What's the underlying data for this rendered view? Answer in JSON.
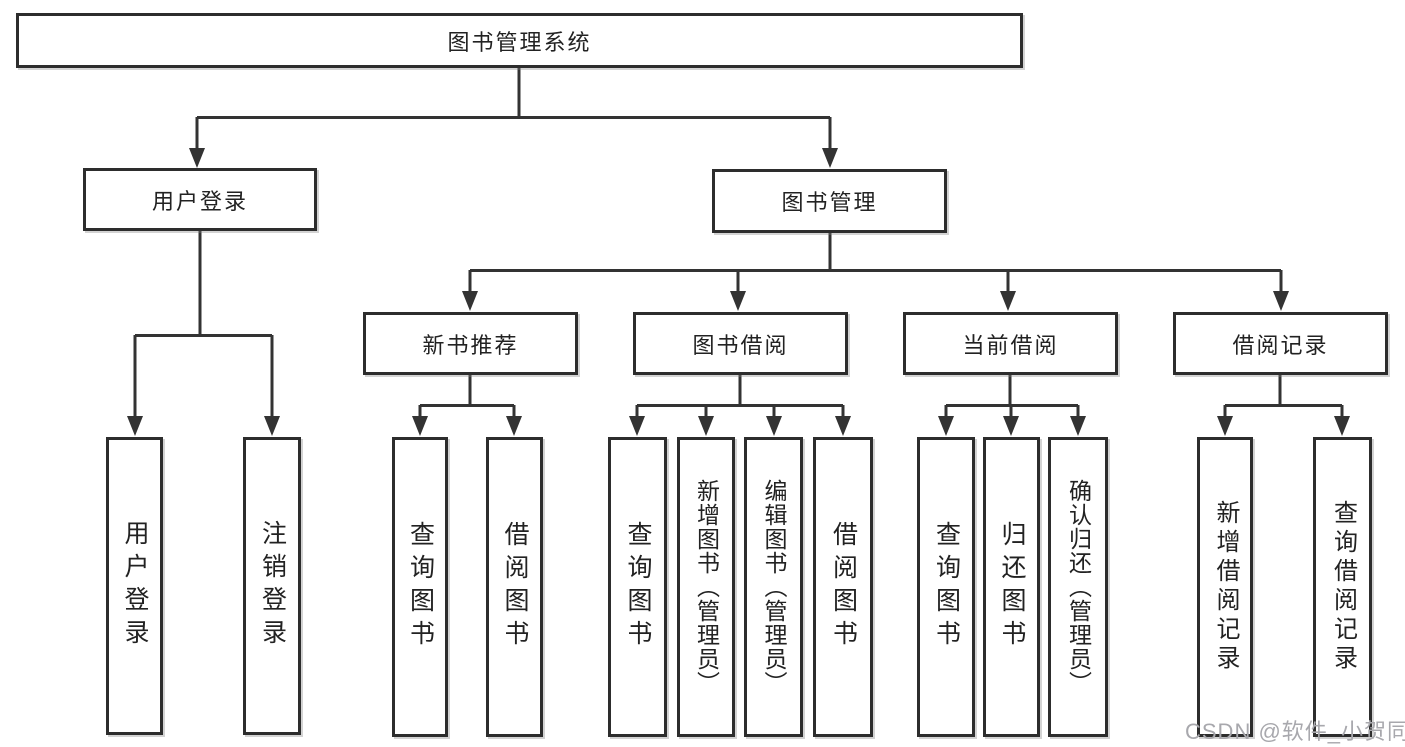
{
  "tree": {
    "root": {
      "label": "图书管理系统"
    },
    "branches": [
      {
        "label": "用户登录",
        "children": [
          {
            "label": "用户登录"
          },
          {
            "label": "注销登录"
          }
        ]
      },
      {
        "label": "图书管理",
        "children": [
          {
            "label": "新书推荐",
            "children": [
              {
                "label": "查询图书"
              },
              {
                "label": "借阅图书"
              }
            ]
          },
          {
            "label": "图书借阅",
            "children": [
              {
                "label": "查询图书"
              },
              {
                "label": "新增图书（管理员）"
              },
              {
                "label": "编辑图书（管理员）"
              },
              {
                "label": "借阅图书"
              }
            ]
          },
          {
            "label": "当前借阅",
            "children": [
              {
                "label": "查询图书"
              },
              {
                "label": "归还图书"
              },
              {
                "label": "确认归还（管理员）"
              }
            ]
          },
          {
            "label": "借阅记录",
            "children": [
              {
                "label": "新增借阅记录"
              },
              {
                "label": "查询借阅记录"
              }
            ]
          }
        ]
      }
    ]
  },
  "watermark": {
    "text": "CSDN @软件_小贺同学"
  },
  "colors": {
    "line": "#333333",
    "border": "#2d2d2d",
    "text": "#222222",
    "background": "#ffffff",
    "watermark": "#a8a8ad"
  }
}
